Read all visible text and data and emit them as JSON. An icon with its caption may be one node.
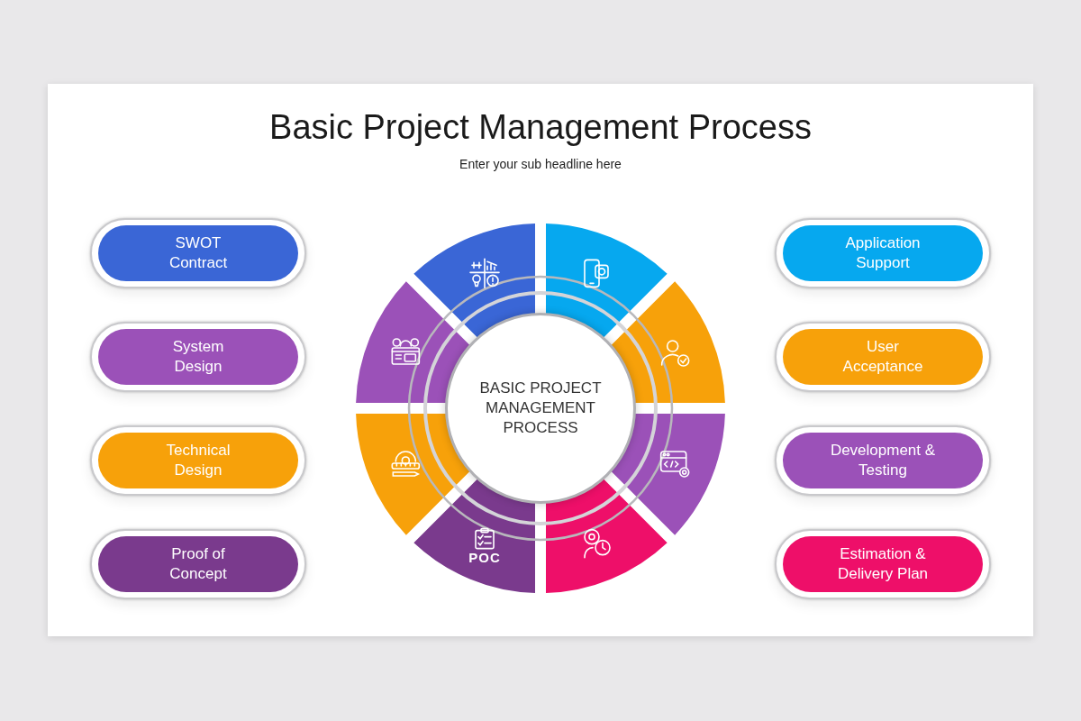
{
  "diagram": {
    "title": "Basic Project Management Process",
    "nodes": [
      {
        "text": [
          "SWOT Contract"
        ]
      },
      {
        "text": [
          "System Design"
        ]
      },
      {
        "text": [
          "Technical Design"
        ]
      },
      {
        "text": [
          "Proof of Concept"
        ]
      },
      {
        "text": [
          "Application Support"
        ]
      },
      {
        "text": [
          "User Acceptance"
        ]
      },
      {
        "text": [
          "Development & Testing"
        ]
      },
      {
        "text": [
          "Estimation & Delivery Plan"
        ]
      },
      {
        "text": [
          "BASIC PROJECT MANAGEMENT PROCESS"
        ]
      }
    ],
    "labels": [
      "Enter your sub headline here",
      "POC"
    ]
  }
}
